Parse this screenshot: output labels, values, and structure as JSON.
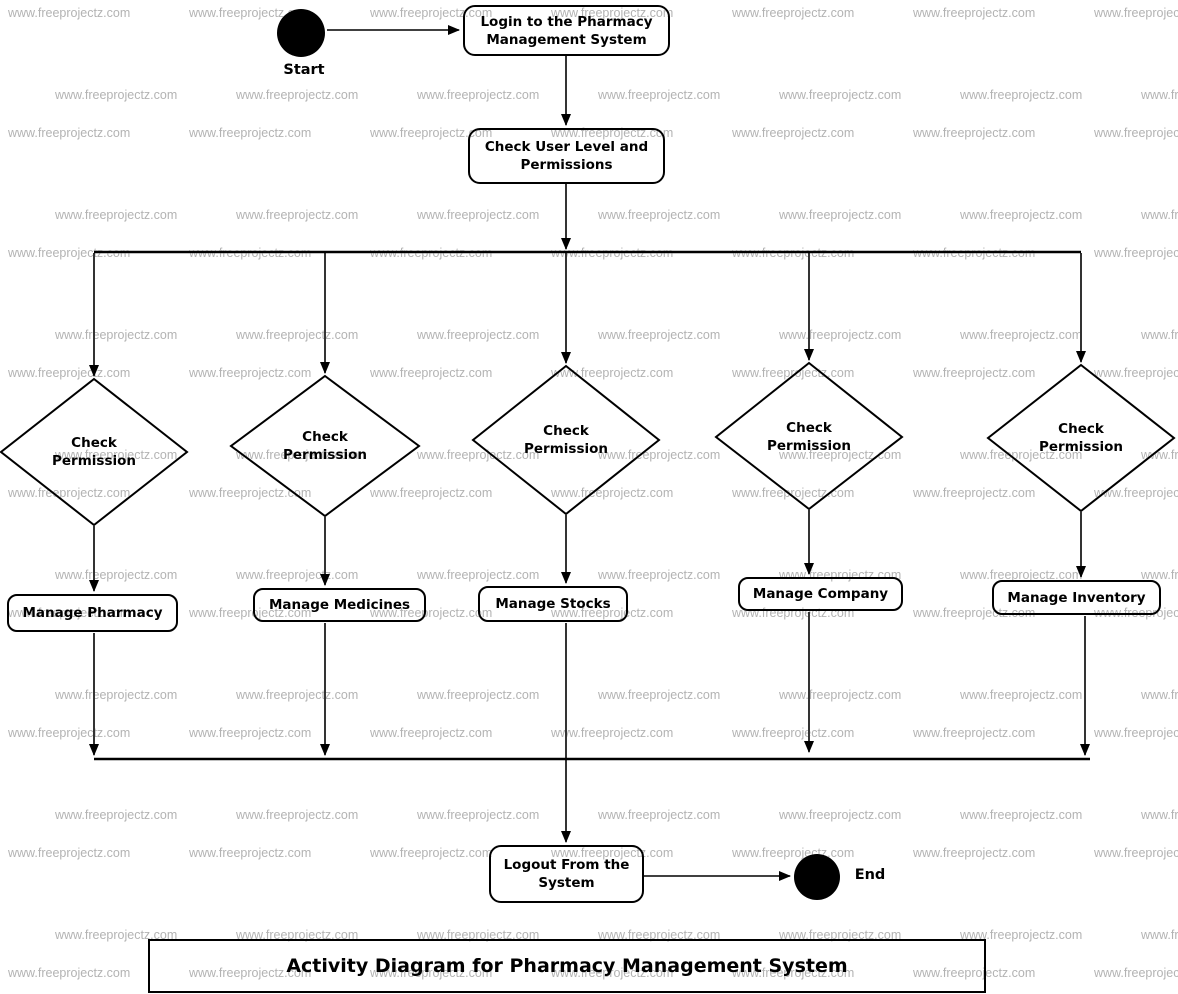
{
  "title": "Activity Diagram for Pharmacy Management System",
  "watermark": {
    "text": "www.freeprojectz.com",
    "color": "#b3b3b3"
  },
  "colors": {
    "stroke": "#000000",
    "node_fill": "#ffffff",
    "background": "#ffffff"
  },
  "nodes": {
    "start_label": "Start",
    "login_activity": "Login to the Pharmacy Management System",
    "check_user_activity": "Check User Level and Permissions",
    "logout_activity": "Logout From the System",
    "end_label": "End"
  },
  "decisions": [
    {
      "label": "Check Permission"
    },
    {
      "label": "Check Permission"
    },
    {
      "label": "Check Permission"
    },
    {
      "label": "Check Permission"
    },
    {
      "label": "Check Permission"
    }
  ],
  "actions": [
    {
      "label": "Manage Pharmacy"
    },
    {
      "label": "Manage Medicines"
    },
    {
      "label": "Manage Stocks"
    },
    {
      "label": "Manage Company"
    },
    {
      "label": "Manage Inventory"
    }
  ]
}
